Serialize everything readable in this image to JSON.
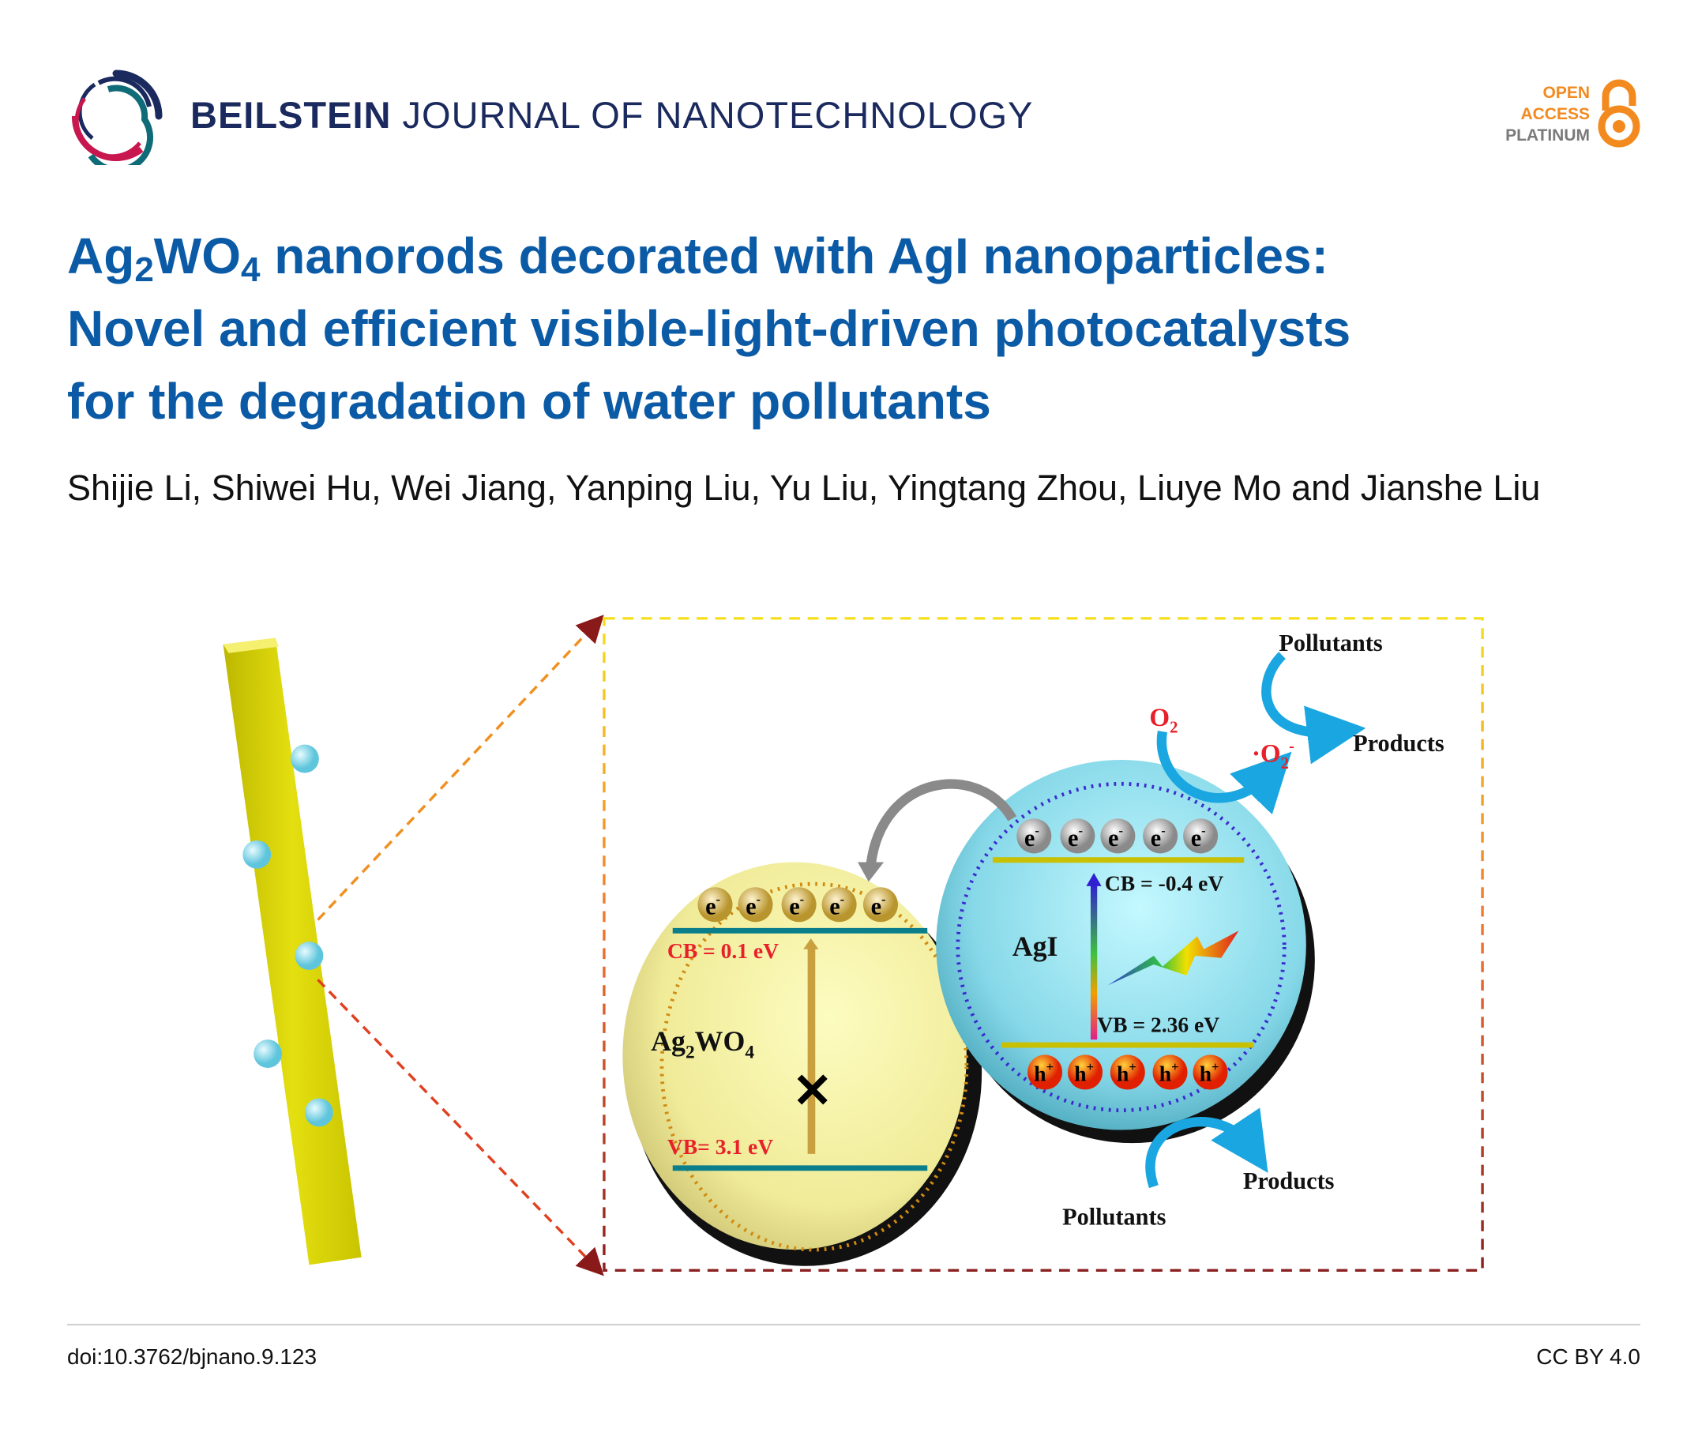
{
  "header": {
    "journal_name_bold": "BEILSTEIN",
    "journal_name_rest": "JOURNAL OF NANOTECHNOLOGY",
    "open_access": [
      "OPEN",
      "ACCESS",
      "PLATINUM"
    ]
  },
  "article": {
    "title_line1_a": "Ag",
    "title_line1_sub1": "2",
    "title_line1_b": "WO",
    "title_line1_sub2": "4",
    "title_line1_c": " nanorods decorated with AgI nanoparticles:",
    "title_line2": "Novel and efficient visible-light-driven photocatalysts",
    "title_line3": "for the degradation of water pollutants",
    "authors": "Shijie Li, Shiwei Hu, Wei Jiang, Yanping Liu, Yu Liu, Yingtang Zhou, Liuye Mo and Jianshe Liu"
  },
  "figure": {
    "electron": "e",
    "electron_charge": "-",
    "hole": "h",
    "hole_charge": "+",
    "ag2wo4_a": "Ag",
    "ag2wo4_sub1": "2",
    "ag2wo4_b": "WO",
    "ag2wo4_sub2": "4",
    "ag2wo4_cb": "CB = 0.1 eV",
    "ag2wo4_vb": "VB= 3.1 eV",
    "agi": "AgI",
    "agi_cb": "CB = -0.4 eV",
    "agi_vb": "VB = 2.36 eV",
    "cross": "✕",
    "o2": "O",
    "o2_sub": "2",
    "superoxide_dot": "·O",
    "superoxide_sub": "2",
    "superoxide_charge": "-",
    "pollutants_top": "Pollutants",
    "products_top": "Products",
    "pollutants_bottom": "Pollutants",
    "products_bottom": "Products"
  },
  "footer": {
    "doi": "doi:10.3762/bjnano.9.123",
    "license": "CC BY 4.0"
  },
  "colors": {
    "title": "#0b5aa6",
    "journal": "#1b2a5e",
    "oa_orange": "#f28a1f"
  }
}
